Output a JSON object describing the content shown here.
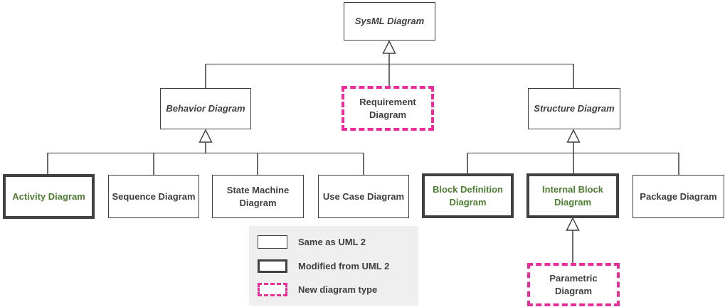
{
  "nodes": {
    "sysml": {
      "label": "SysML Diagram",
      "style": "abstract"
    },
    "behavior": {
      "label": "Behavior Diagram",
      "style": "abstract"
    },
    "requirement": {
      "label": "Requirement Diagram",
      "style": "new-diagram-type"
    },
    "structure": {
      "label": "Structure Diagram",
      "style": "abstract"
    },
    "activity": {
      "label": "Activity Diagram",
      "style": "modified-from-uml2"
    },
    "sequence": {
      "label": "Sequence Diagram",
      "style": "same-as-uml2"
    },
    "statemachine": {
      "label": "State Machine Diagram",
      "style": "same-as-uml2"
    },
    "usecase": {
      "label": "Use Case Diagram",
      "style": "same-as-uml2"
    },
    "blockdef": {
      "label": "Block Definition Diagram",
      "style": "modified-from-uml2"
    },
    "internalblock": {
      "label": "Internal Block Diagram",
      "style": "modified-from-uml2"
    },
    "package": {
      "label": "Package Diagram",
      "style": "same-as-uml2"
    },
    "parametric": {
      "label": "Parametric Diagram",
      "style": "new-diagram-type"
    }
  },
  "legend": {
    "items": [
      {
        "label": "Same as UML 2",
        "swatch": "thin-box"
      },
      {
        "label": "Modified from UML 2",
        "swatch": "thick-box"
      },
      {
        "label": "New diagram type",
        "swatch": "pink-dashed-box"
      }
    ]
  },
  "colors": {
    "ink": "#3f3f3f",
    "box_border": "#404040",
    "modified_green": "#4e7e33",
    "new_pink": "#ee2b9a",
    "connector_gray": "#9e9e9e",
    "legend_bg": "#efefef"
  }
}
